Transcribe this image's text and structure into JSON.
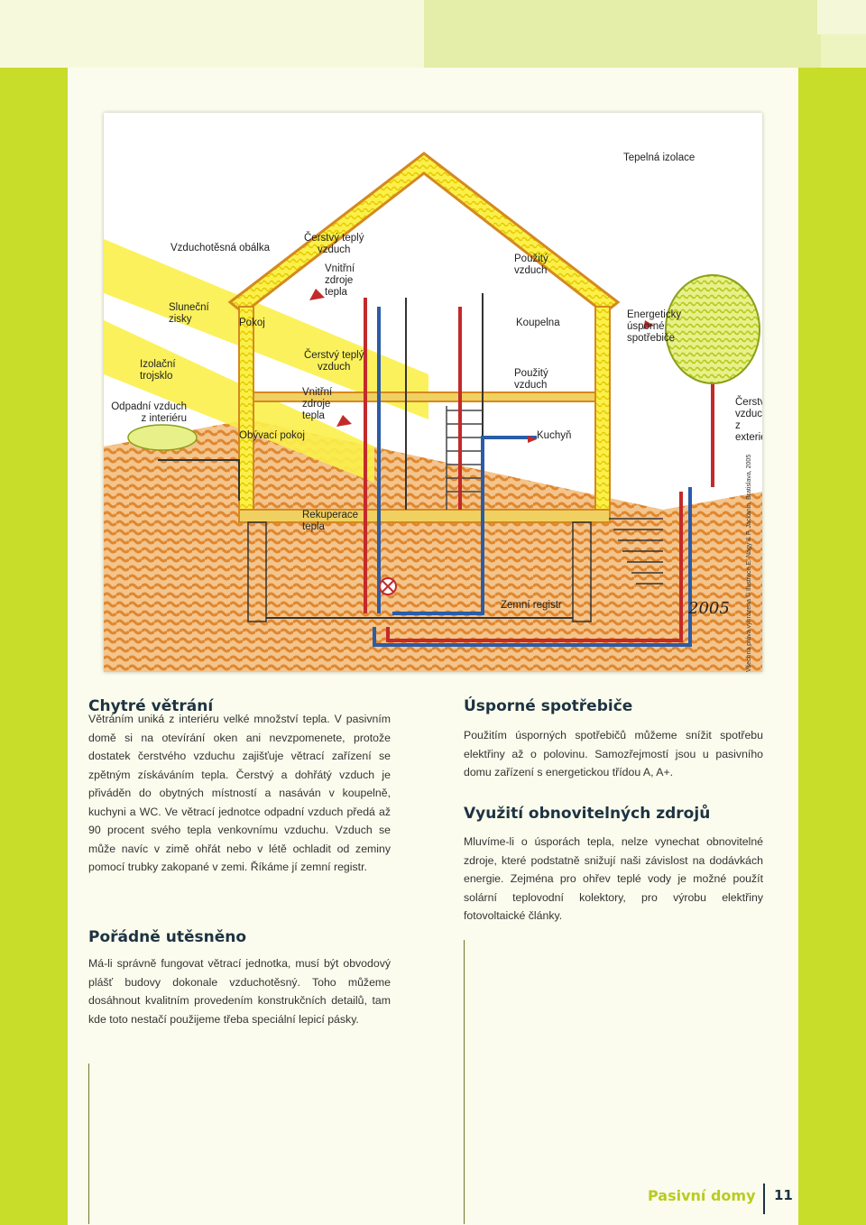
{
  "illustration": {
    "labels": {
      "vzduchotesna": "Vzduchotěsná obálka",
      "tepelna": "Tepelná izolace",
      "slunecni": "Sluneční\nzisky",
      "cerstvy_teply_1": "Čerstvý teplý\nvzduch",
      "vnitrni_1": "Vnitřní\nzdroje\ntepla",
      "pouzity_1": "Použitý\nvzduch",
      "pokoj": "Pokoj",
      "koupelna": "Koupelna",
      "energeticky": "Energeticky\núsporné\nspotřebiče",
      "izolacni": "Izolační\ntrojsklo",
      "cerstvy_teply_2": "Čerstvý teplý\nvzduch",
      "pouzity_2": "Použitý\nvzduch",
      "odpadni": "Odpadní vzduch\nz interiéru",
      "vnitrni_2": "Vnitřní\nzdroje\ntepla",
      "cerstvy_ext": "Čerstvý\nvzduch\nz exteriéru",
      "obyvaci": "Obývací pokoj",
      "kuchyn": "Kuchyň",
      "rekuperace": "Rekuperace\ntepla",
      "zemni": "Zemní registr",
      "signature": "2005"
    },
    "credit": "Všechna práva vyhrazena © Ilustrace E. Nagy & P. Jackanin, Bratislava, 2005",
    "colors": {
      "soil": "#e69a4a",
      "insulation": "#f5e600",
      "wall": "#d4891f",
      "blue_pipe": "#2a5ca8",
      "red_pipe": "#c32a2a",
      "tree": "#cde04a"
    }
  },
  "sections": {
    "chytre": {
      "heading": "Chytré větrání",
      "body": "Větráním uniká z interiéru velké množství tepla. V pasivním domě si na otevírání oken ani nevzpomenete, protože dostatek čerstvého vzduchu zajišťuje větrací zařízení se zpětným získáváním tepla. Čerstvý a dohřátý vzduch je přiváděn do obytných místností a nasáván v koupelně, kuchyni a WC. Ve větrací jednotce odpadní vzduch předá až 90 procent svého tepla venkovnímu vzduchu. Vzduch se může navíc v zimě ohřát nebo v létě ochladit od zeminy pomocí trubky zakopané v zemi. Říkáme jí zemní registr."
    },
    "poradne": {
      "heading": "Pořádně utěsněno",
      "body": "Má-li správně fungovat větrací jednotka, musí být obvodový plášť budovy dokonale vzduchotěsný. Toho můžeme dosáhnout kvalitním provedením konstrukčních detailů, tam kde toto nestačí použijeme třeba speciální lepicí pásky."
    },
    "usporne": {
      "heading": "Úsporné spotřebiče",
      "body": "Použitím úsporných spotřebičů můžeme snížit spotřebu elektřiny až o polovinu. Samozřejmostí jsou u pasivního domu zařízení s energetickou třídou A, A+."
    },
    "vyuziti": {
      "heading": "Využití obnovitelných zdrojů",
      "body": "Mluvíme-li o úsporách tepla, nelze vynechat obnovitelné zdroje, které podstatně snižují naši závislost na dodávkách energie. Zejména pro ohřev teplé vody je možné použít solární teplovodní kolektory, pro výrobu elektřiny fotovoltaické články."
    }
  },
  "footer": {
    "title": "Pasivní domy",
    "page": "11"
  }
}
